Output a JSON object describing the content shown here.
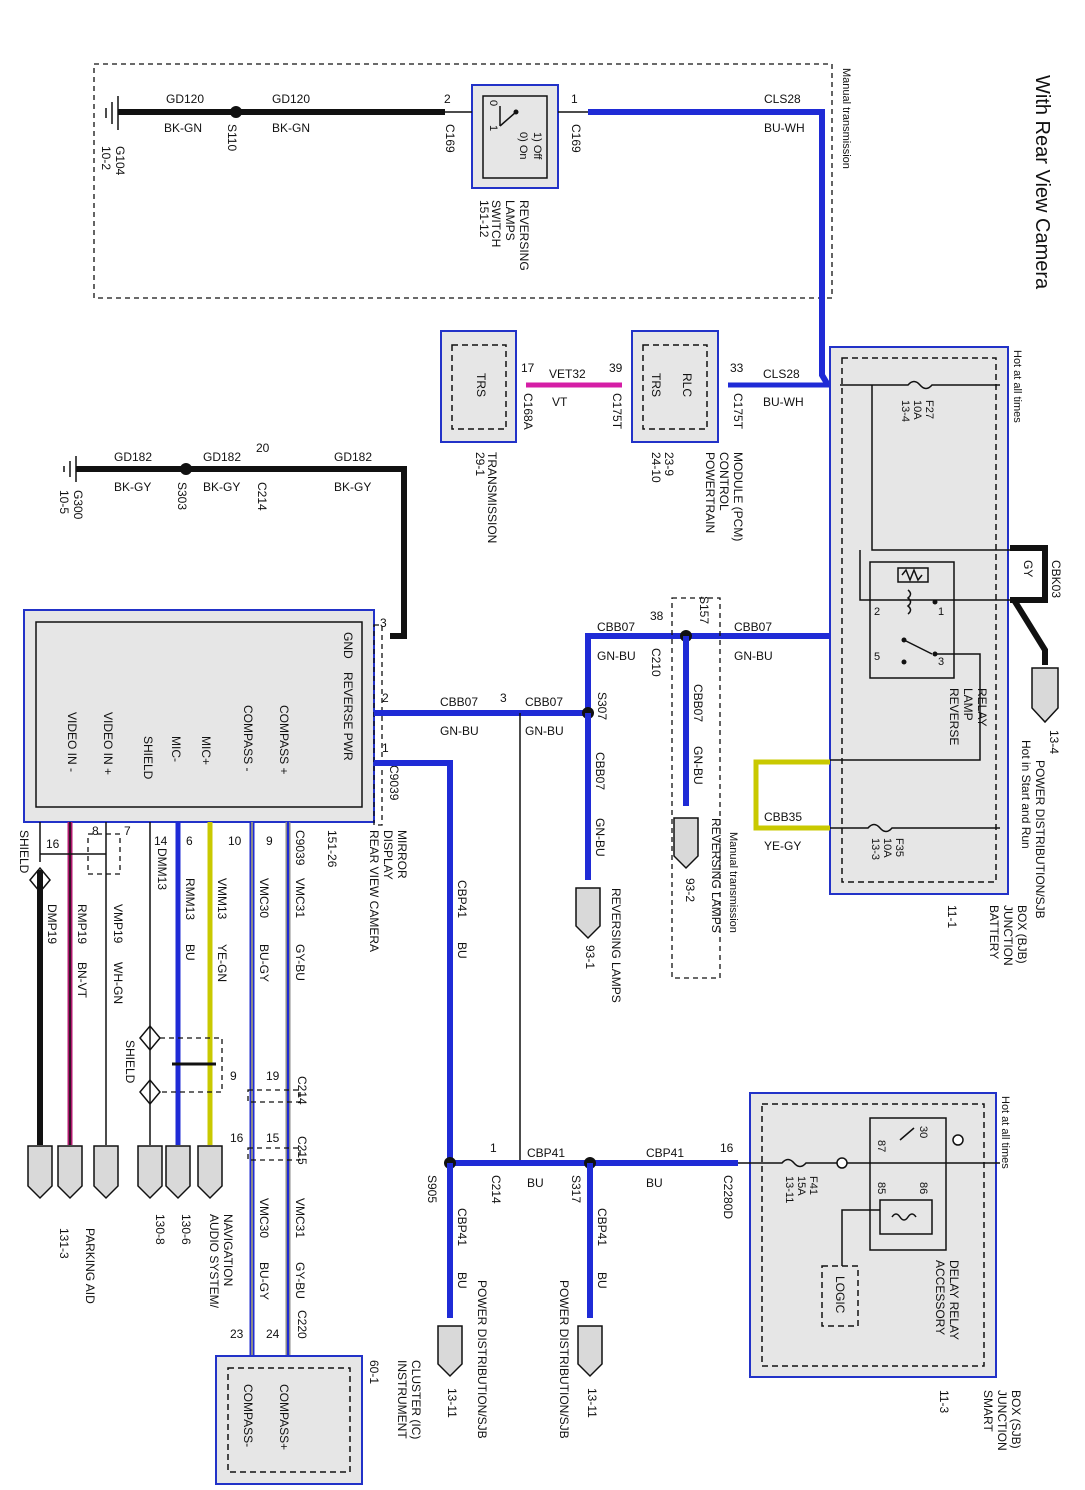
{
  "title": "With Rear View Camera",
  "labels": {
    "manual_transmission_top": "Manual transmission",
    "manual_transmission_mid": "Manual transmission",
    "hot_at_all_times_bjb": "Hot at all times",
    "hot_at_all_times_sjb": "Hot at all times",
    "hot_in_start_run": "Hot in Start and Run",
    "shield_left": "SHIELD",
    "shield_mid": "SHIELD"
  },
  "components": {
    "reversing_switch": {
      "name": "REVERSING LAMPS SWITCH",
      "ref": "151-12",
      "pos0": "0) On",
      "pos1": "1) Off"
    },
    "pcm": {
      "name": "POWERTRAIN CONTROL MODULE (PCM)",
      "ref1": "23-9",
      "ref2": "24-10",
      "pin_a": "RLC",
      "pin_b": "TRS"
    },
    "transmission": {
      "name": "TRANSMISSION",
      "ref": "29-1",
      "pin": "TRS"
    },
    "bjb": {
      "name": "BATTERY JUNCTION BOX (BJB)",
      "ref": "11-1"
    },
    "reverse_lamp_relay": {
      "name": "REVERSE LAMP RELAY"
    },
    "mirror": {
      "name": "REAR VIEW CAMERA DISPLAY MIRROR",
      "ref": "151-26",
      "pins": [
        "GND",
        "REVERSE PWR",
        "COMPASS +",
        "COMPASS -",
        "MIC+",
        "MIC-",
        "SHIELD",
        "VIDEO IN +",
        "VIDEO IN -"
      ]
    },
    "sjb": {
      "name": "SMART JUNCTION BOX (SJB)",
      "ref": "11-3"
    },
    "accessory_relay": {
      "name": "ACCESSORY DELAY RELAY",
      "logic": "LOGIC",
      "p30": "30",
      "p87": "87",
      "p85": "85",
      "p86": "86"
    },
    "instrument_cluster": {
      "name": "INSTRUMENT CLUSTER (IC)",
      "ref": "60-1",
      "pin_a": "COMPASS+",
      "pin_b": "COMPASS-"
    }
  },
  "fuses": {
    "f27": {
      "id": "F27",
      "amps": "10A",
      "ref": "13-4"
    },
    "f35": {
      "id": "F35",
      "amps": "10A",
      "ref": "13-3"
    },
    "f41": {
      "id": "F41",
      "amps": "15A",
      "ref": "13-11"
    }
  },
  "grounds": {
    "g104": {
      "id": "G104",
      "ref": "10-2"
    },
    "g300": {
      "id": "G300",
      "ref": "10-5"
    }
  },
  "splices": {
    "s110": "S110",
    "s303": "S303",
    "s307": "S307",
    "s157": "S157",
    "s317": "S317",
    "s905": "S905"
  },
  "connectors": {
    "c169a": "C169",
    "c169b": "C169",
    "c175t_a": "C175T",
    "c175t_b": "C175T",
    "c168a": "C168A",
    "c214_top": "C214",
    "c210": "C210",
    "c9039": "C9039",
    "c9039b": "C9039",
    "c214_mid": "C214",
    "c215": "C215",
    "c220": "C220",
    "c214_low": "C214",
    "c2280d": "C2280D",
    "cbk03": "CBK03"
  },
  "pins": {
    "p2": "2",
    "p1": "1",
    "p33": "33",
    "p39": "39",
    "p17": "17",
    "p20": "20",
    "p38": "38",
    "m3": "3",
    "m2": "2",
    "m1": "1",
    "s3": "3",
    "m9": "9",
    "m10": "10",
    "m6": "6",
    "m14": "14",
    "m7": "7",
    "m8": "8",
    "m16": "16",
    "c19": "19",
    "c9": "9",
    "c15": "15",
    "c16": "16",
    "c24": "24",
    "c23": "23",
    "b16": "16",
    "b1": "1",
    "r1": "1",
    "r2": "2",
    "r3": "3",
    "r5": "5",
    "sw0": "0",
    "sw1": "1"
  },
  "wires": {
    "gd120_a": {
      "circuit": "GD120",
      "color": "BK-GN"
    },
    "gd120_b": {
      "circuit": "GD120",
      "color": "BK-GN"
    },
    "cls28_a": {
      "circuit": "CLS28",
      "color": "BU-WH"
    },
    "cls28_b": {
      "circuit": "CLS28",
      "color": "BU-WH"
    },
    "vet32": {
      "circuit": "VET32",
      "color": "VT"
    },
    "gd182_a": {
      "circuit": "GD182",
      "color": "BK-GY"
    },
    "gd182_b": {
      "circuit": "GD182",
      "color": "BK-GY"
    },
    "gd182_c": {
      "circuit": "GD182",
      "color": "BK-GY"
    },
    "cbb07_a": {
      "circuit": "CBB07",
      "color": "GN-BU"
    },
    "cbb07_b": {
      "circuit": "CBB07",
      "color": "GN-BU"
    },
    "cbb07_c": {
      "circuit": "CBB07",
      "color": "GN-BU"
    },
    "cbb07_d": {
      "circuit": "CBB07",
      "color": "GN-BU"
    },
    "cbb07_e": {
      "circuit": "CBB07",
      "color": "GN-BU"
    },
    "cbb07_f": {
      "circuit": "CBB07",
      "color": "GN-BU"
    },
    "cbb35": {
      "circuit": "CBB35",
      "color": "YE-GY"
    },
    "gy": {
      "color": "GY"
    },
    "cbp41_a": {
      "circuit": "CBP41",
      "color": "BU"
    },
    "cbp41_b": {
      "circuit": "CBP41",
      "color": "BU"
    },
    "cbp41_c": {
      "circuit": "CBP41",
      "color": "BU"
    },
    "cbp41_d": {
      "circuit": "CBP41",
      "color": "BU"
    },
    "cbp41_e": {
      "circuit": "CBP41",
      "color": "BU"
    },
    "vmc31_a": {
      "circuit": "VMC31",
      "color": "GY-BU"
    },
    "vmc31_b": {
      "circuit": "VMC31",
      "color": "GY-BU"
    },
    "vmc30_a": {
      "circuit": "VMC30",
      "color": "BU-GY"
    },
    "vmc30_b": {
      "circuit": "VMC30",
      "color": "BU-GY"
    },
    "vmm13": {
      "circuit": "VMM13",
      "color": "YE-GN"
    },
    "rmm13": {
      "circuit": "RMM13",
      "color": "BU"
    },
    "dmm13": {
      "circuit": "DMM13"
    },
    "vmp19": {
      "circuit": "VMP19",
      "color": "WH-GN"
    },
    "rmp19": {
      "circuit": "RMP19",
      "color": "BN-VT"
    },
    "dmp19": {
      "circuit": "DMP19"
    }
  },
  "destinations": {
    "pd_134": {
      "name": "POWER DISTRIBUTION/SJB",
      "ref": "13-4",
      "sub": "Hot in Start and Run"
    },
    "rev_lamps_932": {
      "name": "REVERSING LAMPS",
      "ref": "93-2"
    },
    "rev_lamps_931": {
      "name": "REVERSING LAMPS",
      "ref": "93-1"
    },
    "pd_1311_a": {
      "name": "POWER DISTRIBUTION/SJB",
      "ref": "13-11"
    },
    "pd_1311_b": {
      "name": "POWER DISTRIBUTION/SJB",
      "ref": "13-11"
    },
    "audio_nav": {
      "name": "AUDIO SYSTEM/ NAVIGATION",
      "ref1": "130-6",
      "ref2": "130-8"
    },
    "parking_aid": {
      "name": "PARKING AID",
      "ref": "131-3"
    }
  },
  "colors": {
    "blue": "#1f2bd6",
    "black": "#111111",
    "violet": "#d51ea6",
    "yellow": "#c9c900",
    "box_fill": "#e6e6e6"
  }
}
